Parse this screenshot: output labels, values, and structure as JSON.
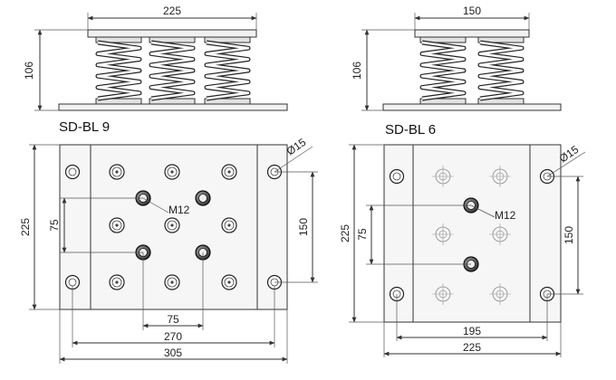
{
  "units": {
    "sd_bl_9": {
      "model_label": "SD-BL 9",
      "side_view": {
        "width_dim": "225",
        "height_dim": "106"
      },
      "plan_view": {
        "height_dim": "225",
        "hole_dia": "Ø15",
        "thread_label": "M12",
        "inner_v_dim": "75",
        "right_v_dim": "150",
        "dim_75": "75",
        "dim_270": "270",
        "dim_305": "305"
      }
    },
    "sd_bl_6": {
      "model_label": "SD-BL 6",
      "side_view": {
        "width_dim": "150",
        "height_dim": "106"
      },
      "plan_view": {
        "height_dim": "225",
        "hole_dia": "Ø15",
        "thread_label": "M12",
        "inner_v_dim": "75",
        "right_v_dim": "150",
        "dim_195": "195",
        "dim_225": "225"
      }
    }
  }
}
